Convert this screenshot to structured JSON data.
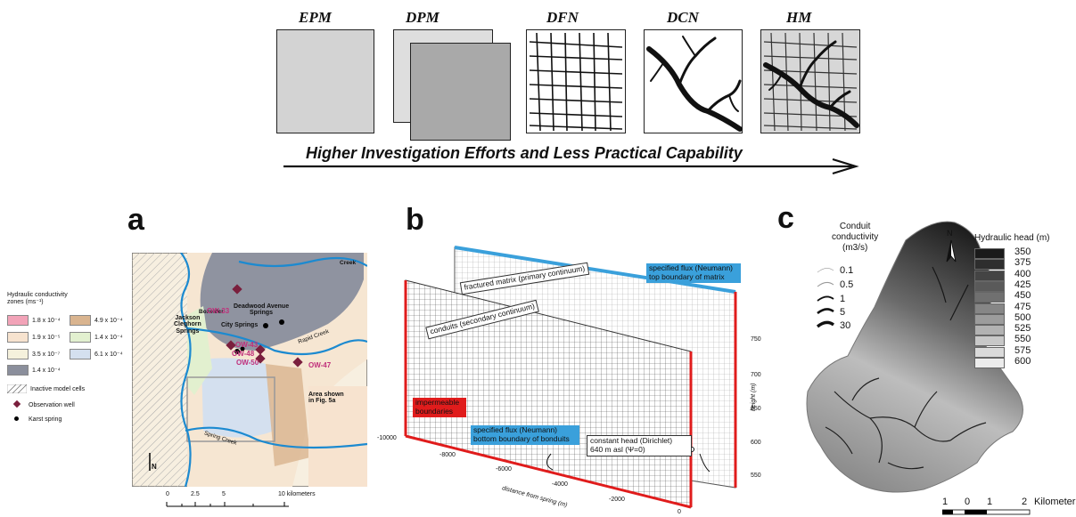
{
  "top": {
    "models": [
      "EPM",
      "DPM",
      "DFN",
      "DCN",
      "HM"
    ],
    "arrow_caption": "Higher Investigation Efforts and Less Practical Capability"
  },
  "panel_a": {
    "letter": "a",
    "legend_title_lines": [
      "Hydraulic conductivity",
      "zones (ms⁻¹)"
    ],
    "zones_left": [
      {
        "value": "1.8 x 10⁻⁴",
        "color": "#f2a3b8"
      },
      {
        "value": "1.9 x 10⁻⁵",
        "color": "#f7e3cf"
      },
      {
        "value": "3.5 x 10⁻⁷",
        "color": "#f5f1dc"
      },
      {
        "value": "1.4 x 10⁻⁴",
        "color": "#8b8f9c"
      }
    ],
    "zones_right": [
      {
        "value": "4.9 x 10⁻⁴",
        "color": "#d9b48f"
      },
      {
        "value": "1.4 x 10⁻⁴",
        "color": "#e2f0cf"
      },
      {
        "value": "6.1 x 10⁻⁴",
        "color": "#d4e0ef"
      }
    ],
    "inactive_label": "Inactive model cells",
    "observation_label": "Observation well",
    "spring_label": "Karst spring",
    "place_labels": {
      "deadwood": "Deadwood Avenue\nSprings",
      "jackson": "Jackson\nCleghorn\nSprings",
      "city": "City Springs",
      "area": "Area shown\nin Fig. 5a",
      "boxelder": "Boxelder",
      "creek": "Creek",
      "rapid": "Rapid Creek",
      "spring_creek": "Spring Creek"
    },
    "wells": [
      "OW-33",
      "OW-43",
      "OW-48",
      "OW-50",
      "OW-47"
    ],
    "scale_ticks": [
      "0",
      "2.5",
      "5",
      "10 kilometers"
    ],
    "north": "N"
  },
  "panel_b": {
    "letter": "b",
    "labels": {
      "matrix": "fractured matrix (primary continuum)",
      "conduits": "conduits (secondary continuum)",
      "flux_top": "specified flux (Neumann)\ntop boundary of matrix",
      "impermeable": "impermeable\nboundaries",
      "flux_bottom": "specified flux (Neumann)\nbottom boundary of bonduits",
      "constant_head": "constant head (Dirichlet)\n640 m asl (Ψ=0)"
    },
    "x_axis_label": "distance from spring (m)",
    "x_ticks": [
      "-10000",
      "-8000",
      "-6000",
      "-4000",
      "-2000",
      "0"
    ],
    "y_axis_label": "height (m)",
    "y_ticks": [
      "750",
      "700",
      "650",
      "600",
      "550"
    ],
    "colors": {
      "top_flux": "#3aa0db",
      "impermeable": "#e01c1c",
      "grid": "#555555"
    }
  },
  "panel_c": {
    "letter": "c",
    "conductivity_title": "Conduit\nconductivity\n(m3/s)",
    "conductivity_values": [
      "0.1",
      "0.5",
      "1",
      "5",
      "30"
    ],
    "head_title": "Hydraulic head (m)",
    "head_values": [
      "350",
      "375",
      "400",
      "425",
      "450",
      "475",
      "500",
      "525",
      "550",
      "575",
      "600"
    ],
    "head_colors": [
      "#1a1a1a",
      "#2e2e2e",
      "#444444",
      "#5a5a5a",
      "#707070",
      "#868686",
      "#9c9c9c",
      "#b2b2b2",
      "#c8c8c8",
      "#dadada",
      "#ececec"
    ],
    "north": "N",
    "scale_ticks": [
      "1",
      "0",
      "1",
      "2"
    ],
    "scale_unit": "Kilometers"
  }
}
